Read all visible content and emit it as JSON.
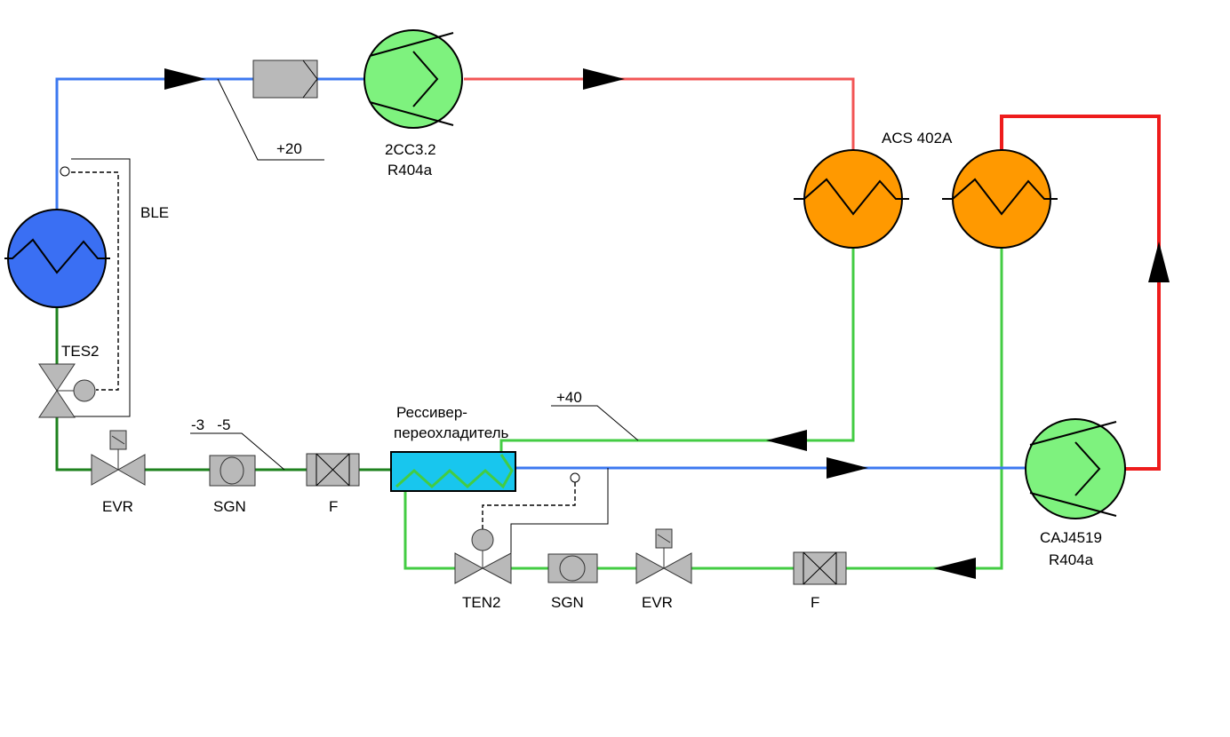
{
  "colors": {
    "suction_blue": "#3c78f0",
    "hot_red_light": "#f25555",
    "hot_red": "#ee1c1c",
    "liquid_green": "#43cc43",
    "liquid_dark_green": "#1e821e",
    "compressor_green": "#7ef27e",
    "condenser_orange": "#ff9900",
    "evaporator_blue": "#3a6ff3",
    "receiver_cyan": "#18c6ee",
    "component_gray": "#b9b9b9"
  },
  "labels": {
    "compressor_1": [
      "2CC3.2",
      "R404a"
    ],
    "compressor_2": [
      "CAJ4519",
      "R404a"
    ],
    "condenser": "ACS 402A",
    "evaporator": "BLE",
    "tes_valve": "TES2",
    "ten_valve": "TEN2",
    "receiver": [
      "Рессивер-",
      "переохладитель"
    ],
    "temp_suction": "+20",
    "temp_evap": "-3   -5",
    "temp_liquid": "+40",
    "evr_1": "EVR",
    "sgn_1": "SGN",
    "filter_1": "F",
    "evr_2": "EVR",
    "sgn_2": "SGN",
    "filter_2": "F"
  },
  "icons": {
    "flow_arrow": "triangle-arrow",
    "compressor": "compressor-symbol",
    "heat_exchanger": "zigzag-coil",
    "solenoid_valve": "bowtie-valve-with-solenoid",
    "expansion_valve": "bowtie-valve-with-bulb",
    "sight_glass": "sight-glass",
    "filter": "filter-drier"
  }
}
